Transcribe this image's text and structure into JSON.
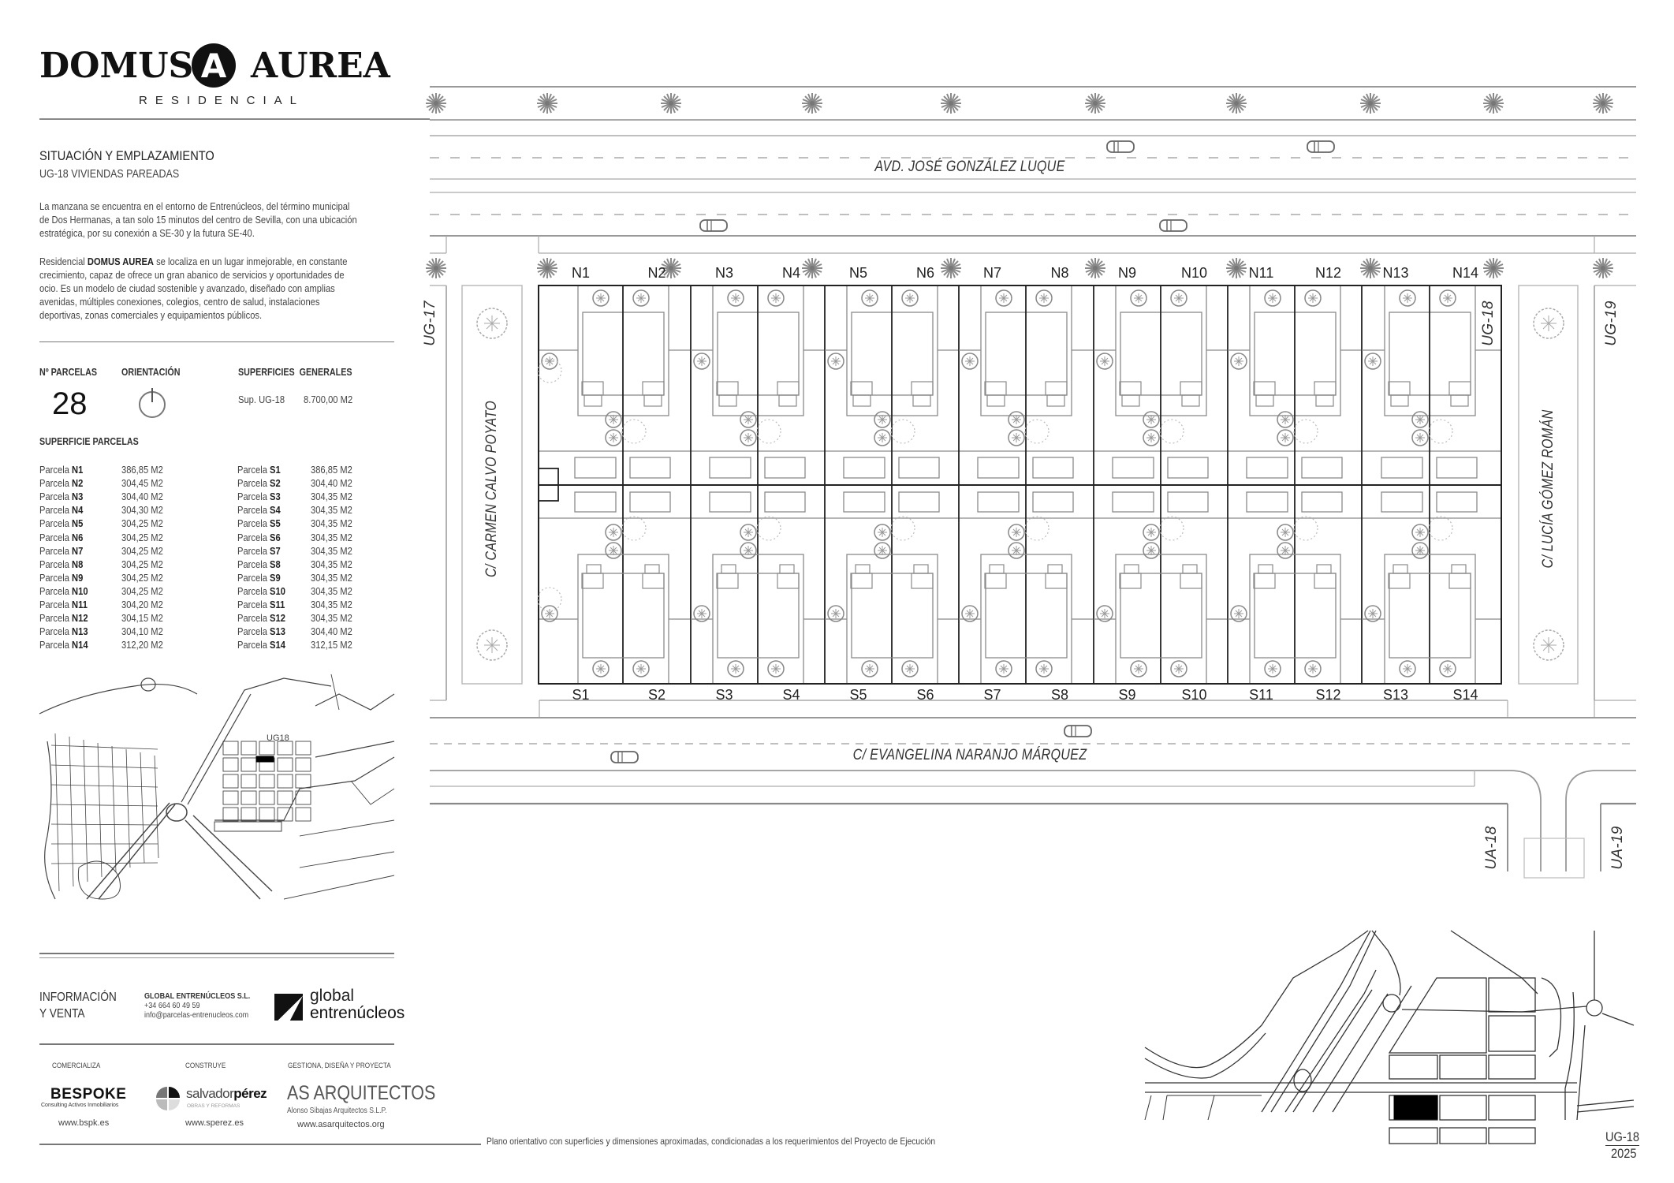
{
  "header": {
    "brand_left": "DOMUS",
    "brand_right": "AUREA",
    "brand_subtitle": "RESIDENCIAL",
    "logo_letter": "A"
  },
  "situacion": {
    "title": "SITUACIÓN Y EMPLAZAMIENTO",
    "subtitle": "UG-18 VIVIENDAS PAREADAS",
    "para1": [
      "La manzana se encuentra en el entorno de Entrenúcleos, del término municipal",
      "de Dos Hermanas, a tan solo 15 minutos del centro de Sevilla, con una ubicación",
      "estratégica, por su conexión a SE-30 y la futura SE-40."
    ],
    "para2_prefix": "Residencial ",
    "para2_brand": "DOMUS AUREA",
    "para2_first": " se localiza en un lugar inmejorable, en constante",
    "para2": [
      "crecimiento, capaz de ofrece un gran abanico de servicios y oportunidades de",
      "ocio.  Es un modelo de ciudad sostenible y avanzado, diseñado con amplias",
      "avenidas, múltiples conexiones, colegios, centro de salud, instalaciones",
      "deportivas, zonas comerciales y equipamientos públicos."
    ]
  },
  "stats": {
    "parcelas_label": "Nº PARCELAS",
    "parcelas_value": "28",
    "orientacion_label": "ORIENTACIÓN",
    "superficies_label": "SUPERFICIES  GENERALES",
    "sup_name": "Sup. UG-18",
    "sup_value": "8.700,00 M2",
    "parcelas_section": "SUPERFICIE PARCELAS",
    "parcela_word": "Parcela"
  },
  "parcels_north": [
    {
      "id": "N1",
      "area": "386,85 M2"
    },
    {
      "id": "N2",
      "area": "304,45 M2"
    },
    {
      "id": "N3",
      "area": "304,40 M2"
    },
    {
      "id": "N4",
      "area": "304,30 M2"
    },
    {
      "id": "N5",
      "area": "304,25 M2"
    },
    {
      "id": "N6",
      "area": "304,25 M2"
    },
    {
      "id": "N7",
      "area": "304,25 M2"
    },
    {
      "id": "N8",
      "area": "304,25 M2"
    },
    {
      "id": "N9",
      "area": "304,25 M2"
    },
    {
      "id": "N10",
      "area": "304,25 M2"
    },
    {
      "id": "N11",
      "area": "304,20 M2"
    },
    {
      "id": "N12",
      "area": "304,15 M2"
    },
    {
      "id": "N13",
      "area": "304,10 M2"
    },
    {
      "id": "N14",
      "area": "312,20 M2"
    }
  ],
  "parcels_south": [
    {
      "id": "S1",
      "area": "386,85 M2"
    },
    {
      "id": "S2",
      "area": "304,40 M2"
    },
    {
      "id": "S3",
      "area": "304,35 M2"
    },
    {
      "id": "S4",
      "area": "304,35 M2"
    },
    {
      "id": "S5",
      "area": "304,35 M2"
    },
    {
      "id": "S6",
      "area": "304,35 M2"
    },
    {
      "id": "S7",
      "area": "304,35 M2"
    },
    {
      "id": "S8",
      "area": "304,35 M2"
    },
    {
      "id": "S9",
      "area": "304,35 M2"
    },
    {
      "id": "S10",
      "area": "304,35 M2"
    },
    {
      "id": "S11",
      "area": "304,35 M2"
    },
    {
      "id": "S12",
      "area": "304,35 M2"
    },
    {
      "id": "S13",
      "area": "304,40 M2"
    },
    {
      "id": "S14",
      "area": "312,15 M2"
    }
  ],
  "plan": {
    "street_north": "AVD. JOSÉ GONZÁLEZ LUQUE",
    "street_south": "C/ EVANGELINA NARANJO MÁRQUEZ",
    "street_west": "C/ CARMEN CALVO POYATO",
    "street_east": "C/ LUCÍA GÓMEZ ROMÁN",
    "zone_west": "UG-17",
    "zone_block": "UG-18",
    "zone_east": "UG-19",
    "zone_south_left": "UA-18",
    "zone_south_right": "UA-19"
  },
  "location_map": {
    "label": "UG18"
  },
  "info": {
    "title_line1": "INFORMACIÓN",
    "title_line2": "Y VENTA",
    "company": "GLOBAL ENTRENÚCLEOS S.L.",
    "phone": "+34 664 60 49 59",
    "email": "info@parcelas-entrenucleos.com",
    "logo_line1": "global",
    "logo_line2": "entrenúcleos"
  },
  "credits": [
    {
      "role": "COMERCIALIZA",
      "name": "BESPOKE",
      "tagline": "Consulting Activos Inmobiliarios",
      "url": "www.bspk.es"
    },
    {
      "role": "CONSTRUYE",
      "name_light": "salvador",
      "name_bold": "pérez",
      "tagline": "OBRAS Y REFORMAS",
      "url": "www.sperez.es"
    },
    {
      "role": "GESTIONA, DISEÑA Y PROYECTA",
      "name": "AS ARQUITECTOS",
      "tagline": "Alonso Sibajas Arquitectos S.L.P.",
      "url": "www.asarquitectos.org"
    }
  ],
  "footnote": "Plano orientativo con superficies y dimensiones aproximadas, condicionadas a los requerimientos del Proyecto de Ejecución",
  "keymap": {
    "code": "UG-18",
    "year": "2025"
  },
  "colors": {
    "ink": "#222222",
    "line": "#9a9a9a",
    "highlight": "#000000"
  }
}
